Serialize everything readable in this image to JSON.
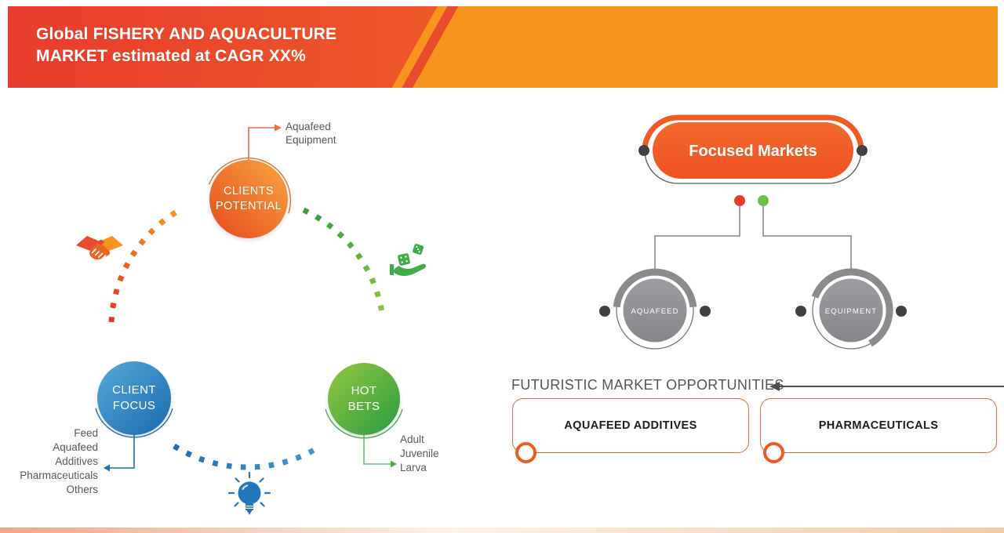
{
  "banner": {
    "title_line1": "Global FISHERY AND AQUACULTURE",
    "title_line2": "MARKET estimated at CAGR XX%"
  },
  "cycle": {
    "clients_potential": {
      "label": "CLIENTS\nPOTENTIAL",
      "callout": "Aquafeed\nEquipment"
    },
    "client_focus": {
      "label": "CLIENT\nFOCUS",
      "callout": "Feed\nAquafeed\nAdditives\nPharmaceuticals\nOthers"
    },
    "hot_bets": {
      "label": "HOT\nBETS",
      "callout": "Adult\nJuvenile\nLarva"
    }
  },
  "focused_markets": {
    "title": "Focused Markets",
    "child_left": "AQUAFEED",
    "child_right": "EQUIPMENT"
  },
  "opportunities": {
    "heading": "FUTURISTIC MARKET OPPORTUNITIES",
    "box_left": "AQUAFEED ADDITIVES",
    "box_right": "PHARMACEUTICALS"
  },
  "colors": {
    "banner_red": "#e73c2e",
    "banner_orange": "#f7941e",
    "accent_orange": "#f15a24",
    "accent_blue": "#1d72b6",
    "accent_green": "#3fae49",
    "gray_text": "#58595b",
    "dark_dot": "#414042"
  }
}
